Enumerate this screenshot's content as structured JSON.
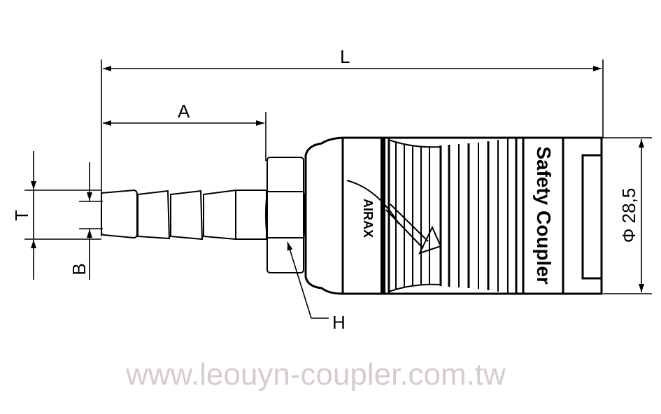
{
  "dimensions": {
    "overall_length": "L",
    "barb_length": "A",
    "thread_dia": "T",
    "bore": "B",
    "hex": "H",
    "body_diameter": "Φ 28,5"
  },
  "product_text": "Safety Coupler",
  "logo_text": "AIRAX",
  "watermark": "www.leouyn-coupler.com.tw"
}
